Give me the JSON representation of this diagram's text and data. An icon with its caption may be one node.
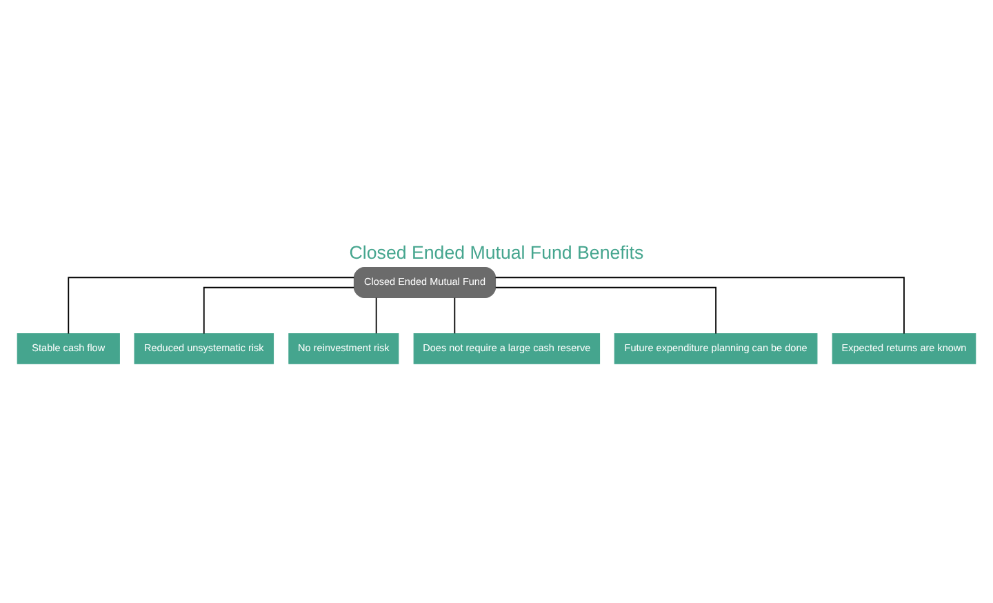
{
  "diagram": {
    "title": "Closed Ended Mutual Fund Benefits",
    "nodes": [
      {
        "text": [
          "Closed Ended Mutual Fund"
        ]
      },
      {
        "text": [
          "Stable cash flow"
        ]
      },
      {
        "text": [
          "Reduced unsystematic risk"
        ]
      },
      {
        "text": [
          "No reinvestment risk"
        ]
      },
      {
        "text": [
          "Does not require a large cash reserve"
        ]
      },
      {
        "text": [
          "Future expenditure planning can be done"
        ]
      },
      {
        "text": [
          "Expected returns are known"
        ]
      }
    ],
    "edges": [
      {
        "from": 0,
        "to": 1,
        "arrow": "none"
      },
      {
        "from": 0,
        "to": 2,
        "arrow": "none"
      },
      {
        "from": 0,
        "to": 3,
        "arrow": "none"
      },
      {
        "from": 0,
        "to": 4,
        "arrow": "none"
      },
      {
        "from": 0,
        "to": 5,
        "arrow": "none"
      },
      {
        "from": 0,
        "to": 6,
        "arrow": "none"
      }
    ]
  }
}
